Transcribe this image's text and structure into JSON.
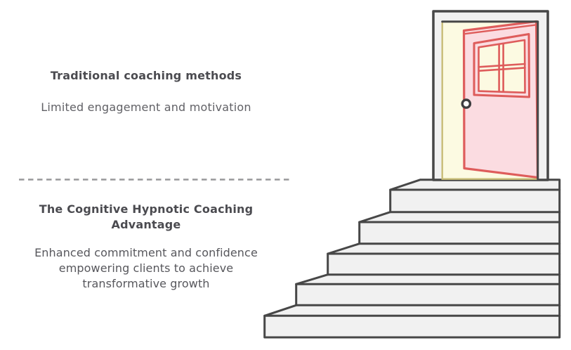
{
  "comparison": {
    "before": {
      "title": "Traditional coaching methods",
      "description": "Limited engagement and motivation"
    },
    "after": {
      "title": "The Cognitive Hypnotic Coaching Advantage",
      "description": "Enhanced commitment and confidence empowering clients to achieve transformative growth"
    }
  },
  "illustration": {
    "subject": "open door at the top of a staircase",
    "step_count": 5,
    "elements": [
      "staircase",
      "door-frame",
      "doorway-opening",
      "open-door",
      "door-window",
      "door-knob",
      "threshold"
    ]
  },
  "palette": {
    "background": "#ffffff",
    "outline_dark": "#474747",
    "step_fill": "#f1f1f1",
    "door_pink": "#fbdce1",
    "door_red": "#de5c5b",
    "doorway_cream": "#fcfae2",
    "threshold_tan": "#c9bd78",
    "divider_gray": "#98989a",
    "text_dark": "#4b4b50",
    "text_muted": "#616166"
  }
}
